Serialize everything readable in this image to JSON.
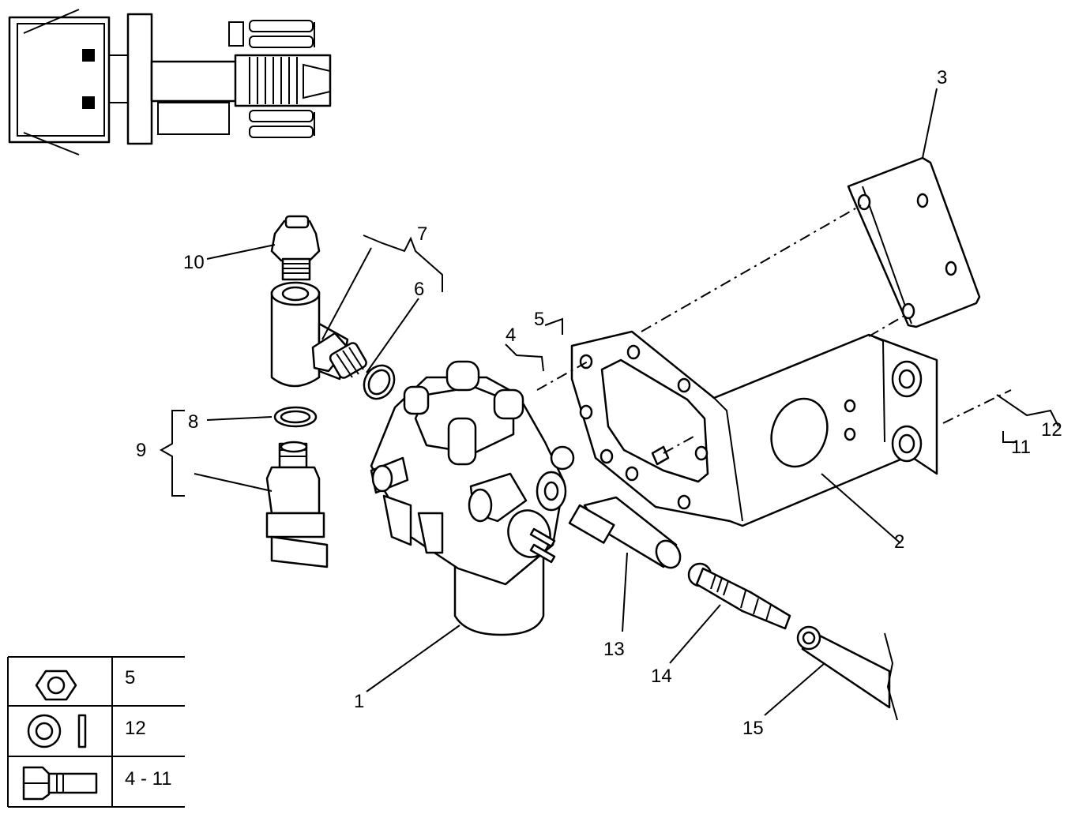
{
  "callouts": [
    "1",
    "2",
    "3",
    "4",
    "5",
    "6",
    "7",
    "8",
    "9",
    "10",
    "11",
    "12",
    "13",
    "14",
    "15"
  ],
  "legend": [
    {
      "icon": "hex-nut-icon",
      "text": "5"
    },
    {
      "icon": "washer-icon",
      "text": "12"
    },
    {
      "icon": "bolt-icon",
      "text": "4 - 11"
    }
  ]
}
